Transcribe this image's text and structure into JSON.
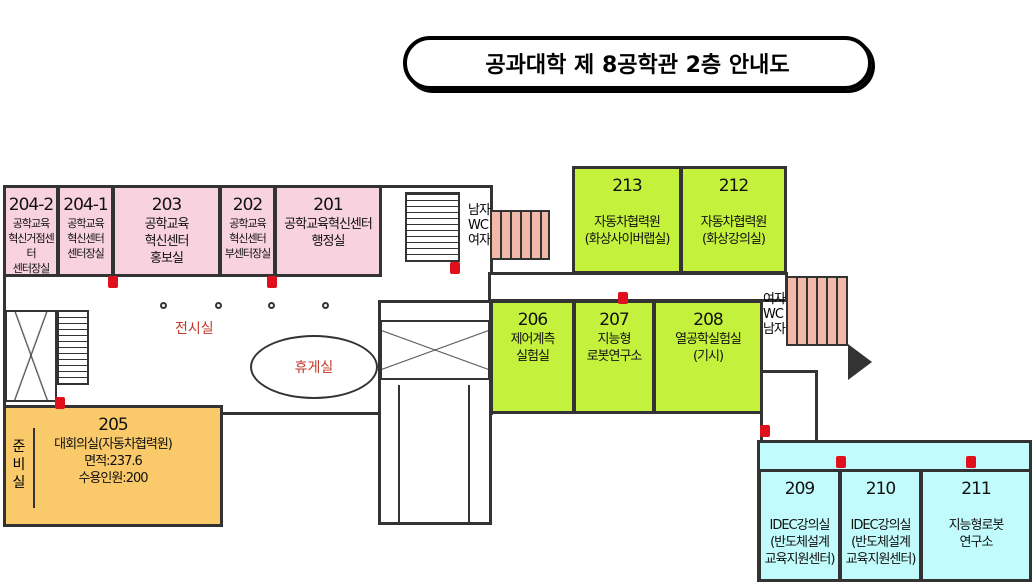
{
  "title": "공과대학 제 8공학관 2층 안내도",
  "rooms": {
    "r2042": {
      "num": "204-2",
      "l1": "공학교육",
      "l2": "혁신거점센터",
      "l3": "센터장실"
    },
    "r2041": {
      "num": "204-1",
      "l1": "공학교육",
      "l2": "혁신센터",
      "l3": "센터장실"
    },
    "r203": {
      "num": "203",
      "l1": "공학교육",
      "l2": "혁신센터",
      "l3": "홍보실"
    },
    "r202": {
      "num": "202",
      "l1": "공학교육",
      "l2": "혁신센터",
      "l3": "부센터장실"
    },
    "r201": {
      "num": "201",
      "l1": "공학교육혁신센터",
      "l2": "행정실"
    },
    "r213": {
      "num": "213",
      "l1": "자동차협력원",
      "l2": "(화상사이버랩실)"
    },
    "r212": {
      "num": "212",
      "l1": "자동차협력원",
      "l2": "(화상강의실)"
    },
    "r206": {
      "num": "206",
      "l1": "제어계측",
      "l2": "실험실"
    },
    "r207": {
      "num": "207",
      "l1": "지능형",
      "l2": "로봇연구소"
    },
    "r208": {
      "num": "208",
      "l1": "열공학실험실",
      "l2": "(기시)"
    },
    "r205": {
      "num": "205",
      "l1": "대회의실(자동차협력원)",
      "l2": "면적:237.6",
      "l3": "수용인원:200",
      "prep": "준\n비\n실"
    },
    "r209": {
      "num": "209",
      "l1": "IDEC강의실",
      "l2": "(반도체설계",
      "l3": "교육지원센터)"
    },
    "r210": {
      "num": "210",
      "l1": "IDEC강의실",
      "l2": "(반도체설계",
      "l3": "교육지원센터)"
    },
    "r211": {
      "num": "211",
      "l1": "지능형로봇",
      "l2": "연구소"
    }
  },
  "areas": {
    "exhibition": "전시실",
    "lounge": "휴게실"
  },
  "wc_left": {
    "top": "남자",
    "mid": "WC",
    "bottom": "여자"
  },
  "wc_right": {
    "top": "여자",
    "mid": "WC",
    "bottom": "남자"
  },
  "colors": {
    "pink": "#f8d3df",
    "green": "#c4f23c",
    "cyan": "#c2fbfb",
    "orange": "#f9c96a",
    "extinguisher": "#e0101c"
  }
}
